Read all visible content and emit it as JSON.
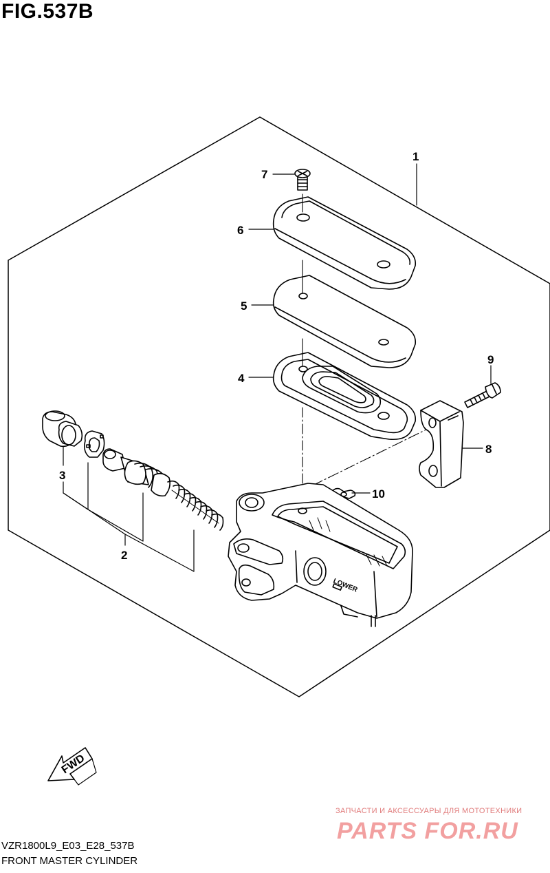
{
  "figure": {
    "title": "FIG.537B",
    "model_code": "VZR1800L9_E03_E28_537B",
    "caption": "FRONT MASTER CYLINDER",
    "stamp_text": "LOWER",
    "direction_arrow": "FWD"
  },
  "callouts": {
    "c1": "1",
    "c2": "2",
    "c3": "3",
    "c4": "4",
    "c5": "5",
    "c6": "6",
    "c7": "7",
    "c8": "8",
    "c9": "9",
    "c10": "10"
  },
  "watermark": {
    "tagline": "ЗАПЧАСТИ И АКСЕССУАРЫ ДЛЯ МОТОТЕХНИКИ",
    "logo": "PARTS FOR.RU"
  },
  "colors": {
    "line": "#000000",
    "watermark": "#e88a8a"
  }
}
